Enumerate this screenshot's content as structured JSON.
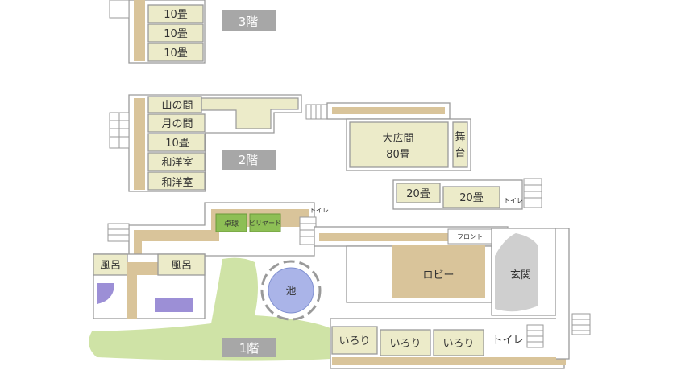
{
  "floors": {
    "floor3": {
      "label": "3階",
      "rooms": [
        "10畳",
        "10畳",
        "10畳"
      ]
    },
    "floor2": {
      "label": "2階",
      "rooms": [
        "山の間",
        "月の間",
        "10畳",
        "和洋室",
        "和洋室"
      ],
      "banquet_name": "大広間",
      "banquet_size": "80畳",
      "stage": [
        "舞",
        "台"
      ],
      "side_rooms": [
        "20畳",
        "20畳"
      ],
      "toilet": "トイレ"
    },
    "floor1": {
      "label": "1階",
      "game_rooms": [
        "卓球",
        "ビリヤード"
      ],
      "toilet_top": "トイレ",
      "baths": [
        "風呂",
        "風呂"
      ],
      "pond": "池",
      "front": "フロント",
      "lobby": "ロビー",
      "entrance": "玄関",
      "irori": [
        "いろり",
        "いろり",
        "いろり"
      ],
      "toilet_bottom": "トイレ"
    }
  },
  "colors": {
    "room_fill": "#ecebc9",
    "corridor": "#d9c49a",
    "floor_badge": "#a7a7a7",
    "garden": "#cfe3a6",
    "pond": "#aab4e8",
    "entrance": "#cfcfcf",
    "game_room": "#8dbf55"
  }
}
